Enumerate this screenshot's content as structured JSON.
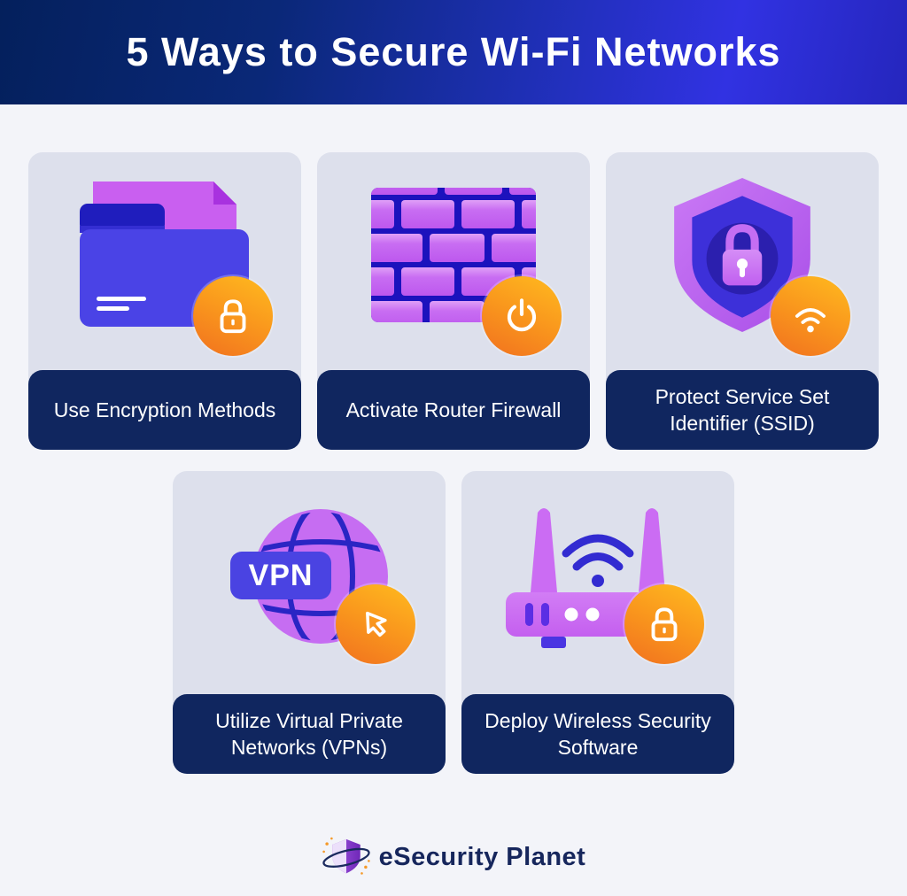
{
  "header": {
    "title": "5 Ways to Secure Wi-Fi Networks"
  },
  "cards": [
    {
      "label": "Use Encryption Methods",
      "icon": "folder-documents-icon",
      "badge_icon": "lock-icon"
    },
    {
      "label": "Activate Router Firewall",
      "icon": "firewall-brick-wall-icon",
      "badge_icon": "power-icon"
    },
    {
      "label": "Protect Service Set Identifier (SSID)",
      "icon": "shield-lock-icon",
      "badge_icon": "wifi-icon"
    },
    {
      "label": "Utilize Virtual Private Networks (VPNs)",
      "icon": "vpn-globe-icon",
      "badge_icon": "cursor-icon",
      "icon_text": "VPN"
    },
    {
      "label": "Deploy Wireless Security Software",
      "icon": "wireless-router-icon",
      "badge_icon": "lock-icon"
    }
  ],
  "footer": {
    "brand": "eSecurity Planet",
    "logo_icon": "shield-orbit-icon"
  },
  "colors": {
    "page_bg": "#f3f4f9",
    "card_bg": "#dde0ec",
    "label_navy": "#10265f",
    "header_dark": "#04205c",
    "header_bright": "#3132e2",
    "accent_orange_light": "#ffbb1f",
    "accent_orange_dark": "#f1711e",
    "icon_purple": "#c66df2",
    "icon_indigo": "#4a43e6",
    "mortar_blue": "#1c12bd",
    "brand_navy": "#16265c"
  }
}
